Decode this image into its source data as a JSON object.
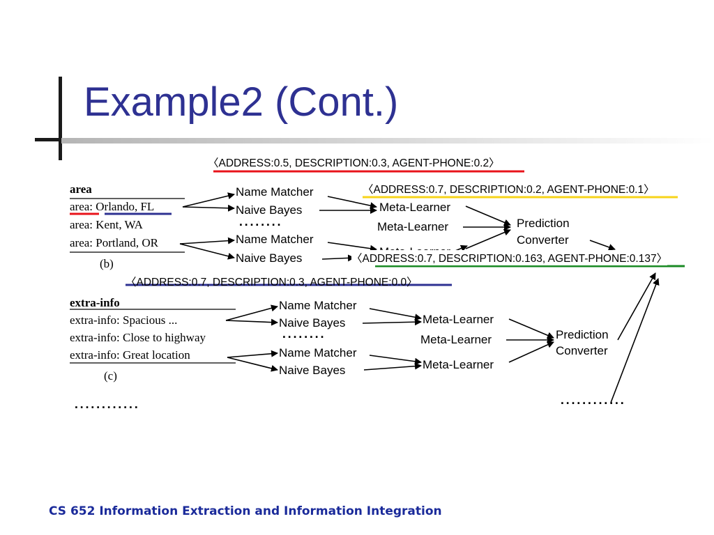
{
  "title": "Example2 (Cont.)",
  "footer": "CS 652 Information Extraction and Information Integration",
  "prediction_top": "〈ADDRESS:0.5, DESCRIPTION:0.3, AGENT-PHONE:0.2〉",
  "panel_b": {
    "header": "area",
    "rows": [
      "area: Orlando, FL",
      "area: Kent, WA",
      "area: Portland, OR"
    ],
    "caption": "(b)",
    "learners": [
      "Name Matcher",
      "Naive Bayes",
      "Name Matcher",
      "Naive Bayes"
    ],
    "meta": [
      "Meta-Learner",
      "Meta-Learner",
      "Meta-Learner"
    ],
    "converter": [
      "Prediction",
      "Converter"
    ],
    "pred_yellow": "〈ADDRESS:0.7, DESCRIPTION:0.2, AGENT-PHONE:0.1〉",
    "pred_green": "〈ADDRESS:0.7, DESCRIPTION:0.163, AGENT-PHONE:0.137〉",
    "dots": "········"
  },
  "pred_blue": "〈ADDRESS:0.7, DESCRIPTION:0.3, AGENT-PHONE:0.0〉",
  "panel_c": {
    "header": "extra-info",
    "rows": [
      "extra-info: Spacious ...",
      "extra-info: Close to highway",
      "extra-info: Great location"
    ],
    "caption": "(c)",
    "learners": [
      "Name Matcher",
      "Naive Bayes",
      "Name Matcher",
      "Naive Bayes"
    ],
    "meta": [
      "Meta-Learner",
      "Meta-Learner",
      "Meta-Learner"
    ],
    "converter": [
      "Prediction",
      "Converter"
    ],
    "dots": "········"
  },
  "bottom_dots_left": "············",
  "bottom_dots_right": "············",
  "colors": {
    "title": "#2e3192",
    "red_underline": "#e8131b",
    "yellow_underline": "#f7d41a",
    "green_underline": "#1a8a24",
    "blue_underline": "#2e3192"
  }
}
